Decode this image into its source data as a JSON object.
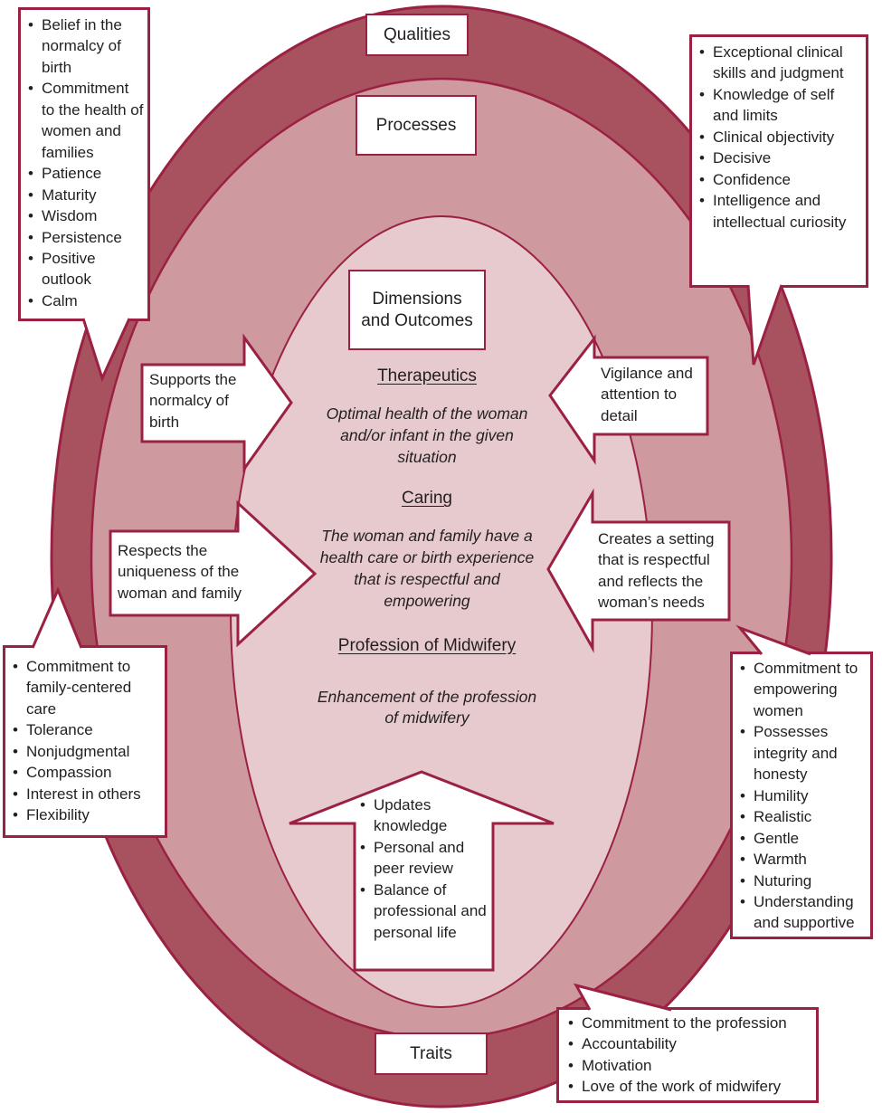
{
  "colors": {
    "outer_ring": "#a8525f",
    "middle_ring": "#cf99a0",
    "inner_oval": "#e6cacd",
    "border": "#9b2143",
    "text": "#231f20",
    "box_bg": "#ffffff"
  },
  "ring_labels": {
    "qualities": "Qualities",
    "processes": "Processes",
    "dimensions": "Dimensions\nand Outcomes",
    "traits": "Traits"
  },
  "center": {
    "therapeutics_heading": "Therapeutics",
    "therapeutics_body": "Optimal health of the woman\nand/or infant in the given\nsituation",
    "caring_heading": "Caring",
    "caring_body": "The woman and family have a\nhealth care or birth experience\nthat is respectful and\nempowering",
    "profession_heading": "Profession of Midwifery",
    "profession_body": "Enhancement of the profession\nof midwifery"
  },
  "arrows": {
    "supports_label": "Supports the\nnormalcy of\nbirth",
    "respects_label": "Respects the\nuniqueness of the\nwoman and family",
    "vigilance_label": "Vigilance and\nattention to\ndetail",
    "creates_label": "Creates a setting\nthat is respectful\nand reflects the\nwoman’s needs",
    "renewal_items": [
      "Updates knowledge",
      "Personal and peer review",
      "Balance of professional and personal life"
    ]
  },
  "callouts": {
    "qualities_left": [
      "Belief in the normalcy of birth",
      "Commitment to the health of women and families",
      "Patience",
      "Maturity",
      "Wisdom",
      "Persistence",
      "Positive outlook",
      "Calm"
    ],
    "qualities_right": [
      "Exceptional clinical skills and judgment",
      "Knowledge of self and limits",
      "Clinical objectivity",
      "Decisive",
      "Confidence",
      "Intelligence and intellectual curiosity"
    ],
    "traits_left": [
      "Commitment to family-centered care",
      "Tolerance",
      "Nonjudgmental",
      "Compassion",
      "Interest in others",
      "Flexibility"
    ],
    "traits_right": [
      "Commitment to empowering women",
      "Possesses integrity and honesty",
      "Humility",
      "Realistic",
      "Gentle",
      "Warmth",
      "Nuturing",
      "Understanding and supportive"
    ],
    "traits_bottom": [
      "Commitment to the profession",
      "Accountability",
      "Motivation",
      "Love of the work of midwifery"
    ]
  }
}
